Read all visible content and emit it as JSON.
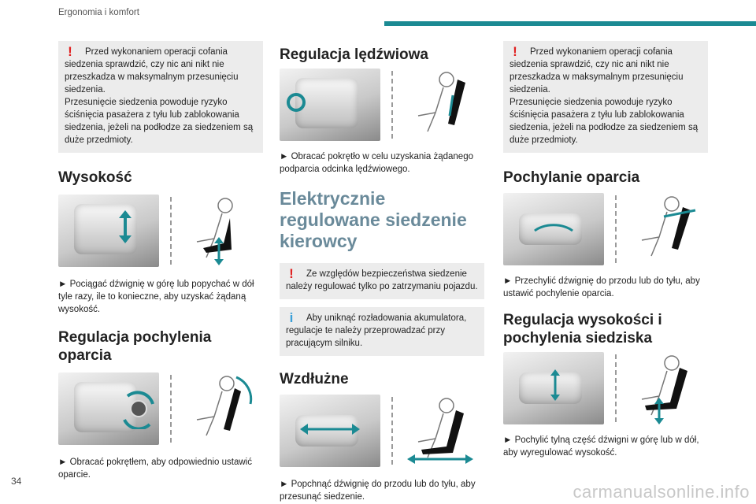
{
  "header": {
    "section": "Ergonomia i komfort"
  },
  "page_number": "34",
  "watermark": "carmanualsonline.info",
  "colors": {
    "accent": "#1b8a93",
    "warning": "#e02020",
    "info": "#3ba0d8",
    "note_bg": "#ececec"
  },
  "col1": {
    "warning": "Przed wykonaniem operacji cofania siedzenia sprawdzić, czy nic ani nikt nie przeszkadza w maksymalnym przesunięciu siedzenia.",
    "warning2": "Przesunięcie siedzenia powoduje ryzyko ściśnięcia pasażera z tyłu lub zablokowania siedzenia, jeżeli na podłodze za siedzeniem są duże przedmioty.",
    "height_title": "Wysokość",
    "height_step": "► Pociągać dźwignię w górę lub popychać w dół tyle razy, ile to konieczne, aby uzyskać żądaną wysokość.",
    "recline_title": "Regulacja pochylenia oparcia",
    "recline_step": "► Obracać pokrętłem, aby odpowiednio ustawić oparcie."
  },
  "col2": {
    "lumbar_title": "Regulacja lędźwiowa",
    "lumbar_step": "► Obracać pokrętło w celu uzyskania żądanego podparcia odcinka lędźwiowego.",
    "electric_title": "Elektrycznie regulowane siedzenie kierowcy",
    "warning": "Ze względów bezpieczeństwa siedzenie należy regulować tylko po zatrzymaniu pojazdu.",
    "info": "Aby uniknąć rozładowania akumulatora, regulacje te należy przeprowadzać przy pracującym silniku.",
    "longitudinal_title": "Wzdłużne",
    "longitudinal_step": "► Popchnąć dźwignię do przodu lub do tyłu, aby przesunąć siedzenie."
  },
  "col3": {
    "warning": "Przed wykonaniem operacji cofania siedzenia sprawdzić, czy nic ani nikt nie przeszkadza w maksymalnym przesunięciu siedzenia.",
    "warning2": "Przesunięcie siedzenia powoduje ryzyko ściśnięcia pasażera z tyłu lub zablokowania siedzenia, jeżeli na podłodze za siedzeniem są duże przedmioty.",
    "backrest_title": "Pochylanie oparcia",
    "backrest_step": "► Przechylić dźwignię do przodu lub do tyłu, aby ustawić pochylenie oparcia.",
    "cushion_title": "Regulacja wysokości i pochylenia siedziska",
    "cushion_step": "► Pochylić tylną część dźwigni w górę lub w dół, aby wyregulować wysokość."
  }
}
